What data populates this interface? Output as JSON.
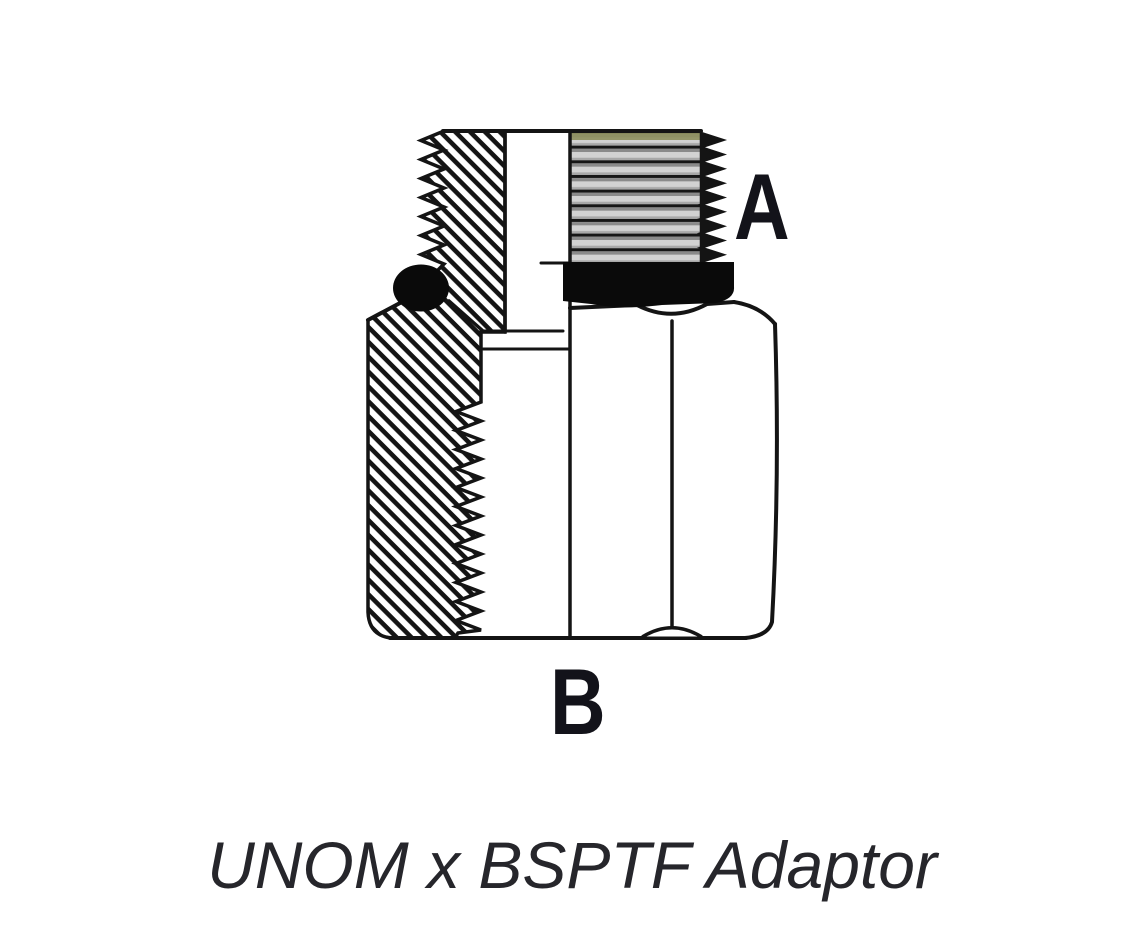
{
  "diagram": {
    "labels": {
      "a": "A",
      "b": "B"
    },
    "caption": "UNOM x BSPTF Adaptor",
    "parts": [
      "male-thread-unom-cross-section",
      "male-thread-unom-external",
      "o-ring-seal",
      "hex-body-external",
      "female-thread-bsptf-cross-section"
    ],
    "colors": {
      "line": "#141414",
      "seal": "#0a0a0a",
      "olive": "#8f9161",
      "label": "#13131a",
      "caption": "#26262b",
      "background": "#ffffff"
    }
  }
}
